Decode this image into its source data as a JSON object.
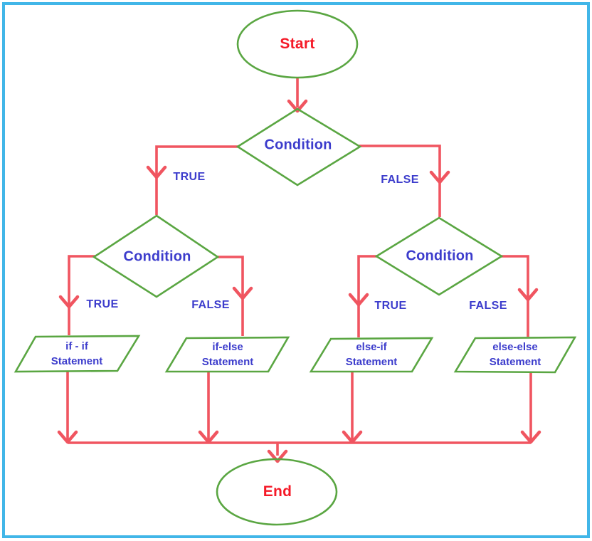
{
  "colors": {
    "border_cyan": "#41b6e8",
    "shape_green": "#5aa642",
    "line_red": "#f05560",
    "terminal_text_red": "#f51a28",
    "label_blue": "#3c3ccc",
    "background": "#ffffff"
  },
  "nodes": {
    "start": {
      "label": "Start"
    },
    "condition1": {
      "label": "Condition"
    },
    "condition2": {
      "label": "Condition"
    },
    "condition3": {
      "label": "Condition"
    },
    "p1": {
      "line1": "if - if",
      "line2": "Statement"
    },
    "p2": {
      "line1": "if-else",
      "line2": "Statement"
    },
    "p3": {
      "line1": "else-if",
      "line2": "Statement"
    },
    "p4": {
      "line1": "else-else",
      "line2": "Statement"
    },
    "end": {
      "label": "End"
    }
  },
  "branches": {
    "c1_true": "TRUE",
    "c1_false": "FALSE",
    "c2_true": "TRUE",
    "c2_false": "FALSE",
    "c3_true": "TRUE",
    "c3_false": "FALSE"
  }
}
